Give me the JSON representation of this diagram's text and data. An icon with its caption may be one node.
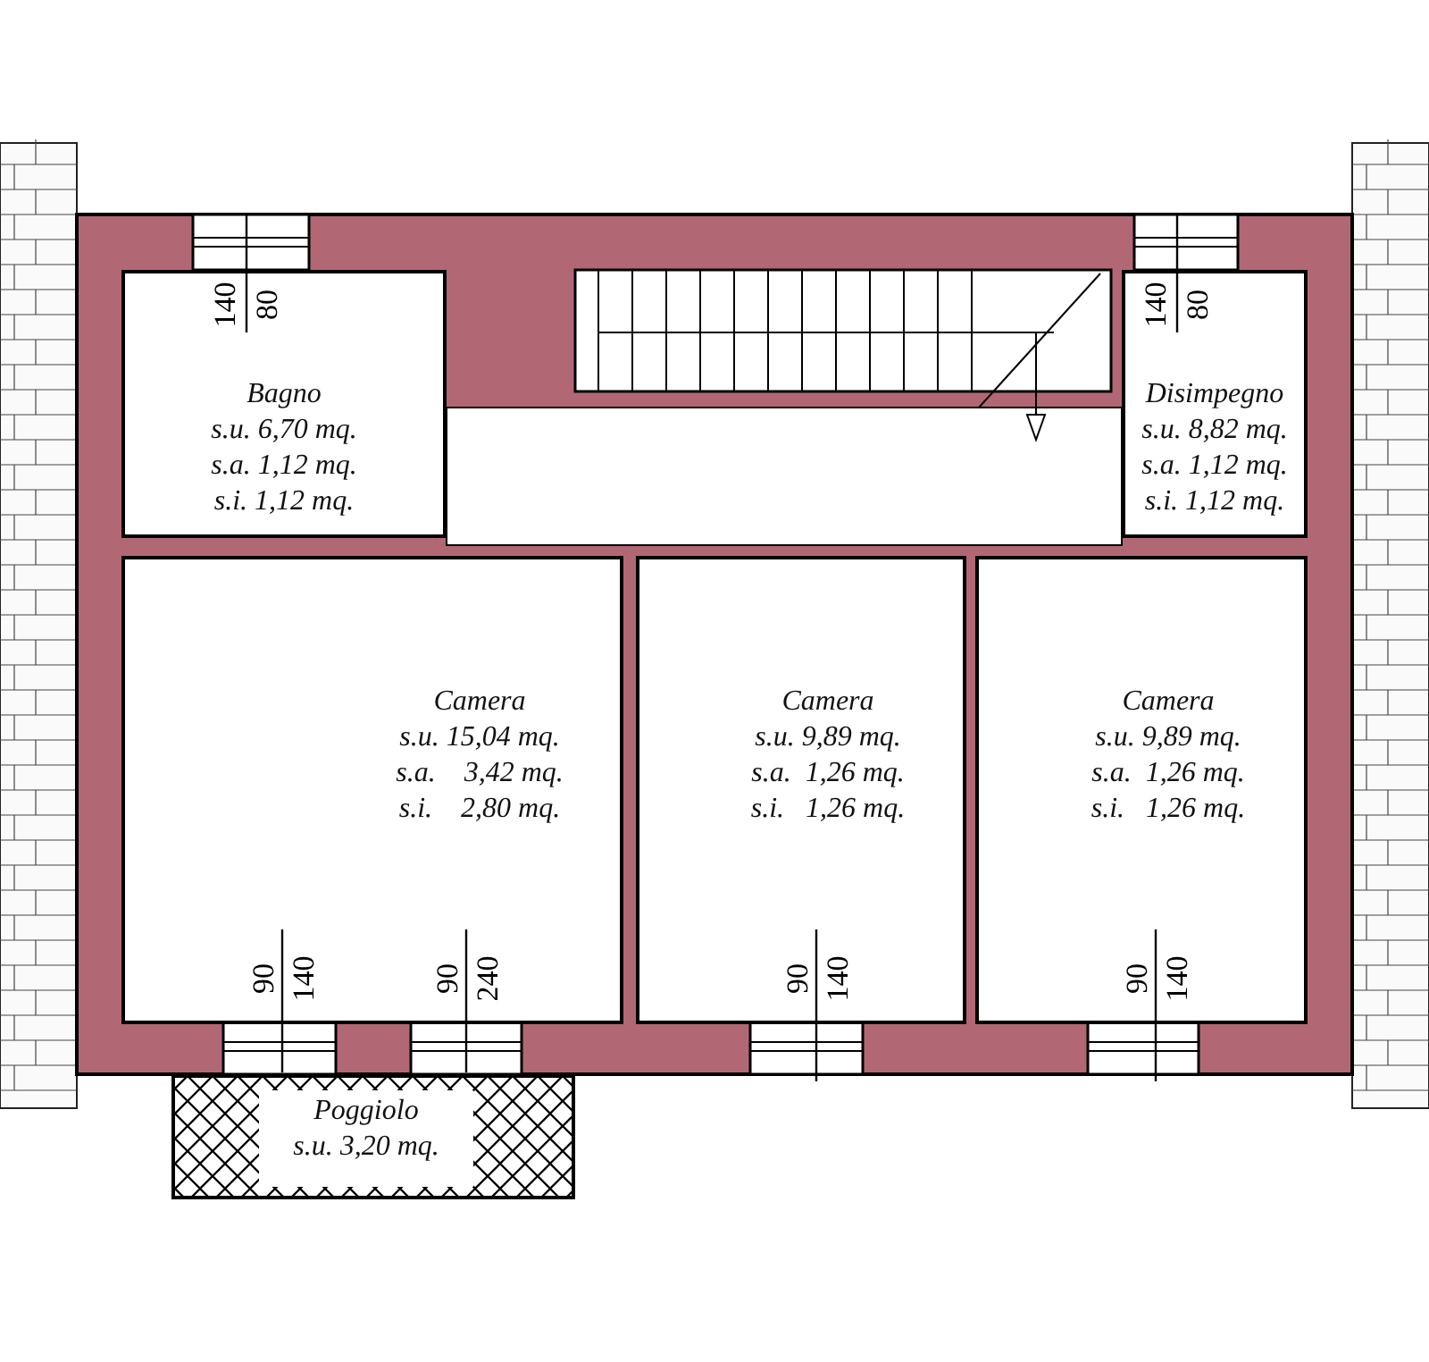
{
  "diagram": {
    "nodes": [
      {
        "text": [
          "Bagno",
          "s.u. 6,70 mq.",
          "s.a. 1,12 mq.",
          "s.i. 1,12 mq."
        ]
      },
      {
        "text": [
          "Disimpegno",
          "s.u. 8,82 mq.",
          "s.a. 1,12 mq.",
          "s.i. 1,12 mq."
        ]
      },
      {
        "text": [
          "Camera",
          "s.u. 15,04 mq.",
          "s.a.    3,42 mq.",
          "s.i.    2,80 mq."
        ]
      },
      {
        "text": [
          "Camera",
          "s.u. 9,89 mq.",
          "s.a.  1,26 mq.",
          "s.i.   1,26 mq."
        ]
      },
      {
        "text": [
          "Camera",
          "s.u. 9,89 mq.",
          "s.a.  1,26 mq.",
          "s.i.   1,26 mq."
        ]
      },
      {
        "text": [
          "Poggiolo",
          "s.u. 3,20 mq."
        ]
      },
      {
        "text": [],
        "shape": "box"
      }
    ],
    "labels": [
      "140",
      "80",
      "140",
      "80",
      "90",
      "140",
      "90",
      "240",
      "90",
      "140",
      "90",
      "140"
    ]
  }
}
